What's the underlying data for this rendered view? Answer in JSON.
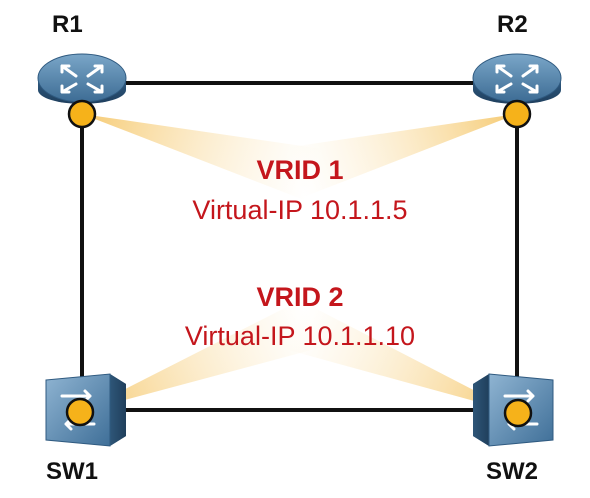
{
  "nodes": {
    "r1": {
      "label": "R1",
      "type": "router"
    },
    "r2": {
      "label": "R2",
      "type": "router"
    },
    "sw1": {
      "label": "SW1",
      "type": "switch"
    },
    "sw2": {
      "label": "SW2",
      "type": "switch"
    }
  },
  "groups": [
    {
      "title": "VRID 1",
      "ip": "Virtual-IP 10.1.1.5"
    },
    {
      "title": "VRID 2",
      "ip": "Virtual-IP 10.1.1.10"
    }
  ],
  "colors": {
    "accent_text": "#c4161c",
    "link": "#111111",
    "router_body": "#3f6e96",
    "switch_body": "#4f7ea6",
    "port": "#f6b21a",
    "beam": "#f7d48a"
  }
}
